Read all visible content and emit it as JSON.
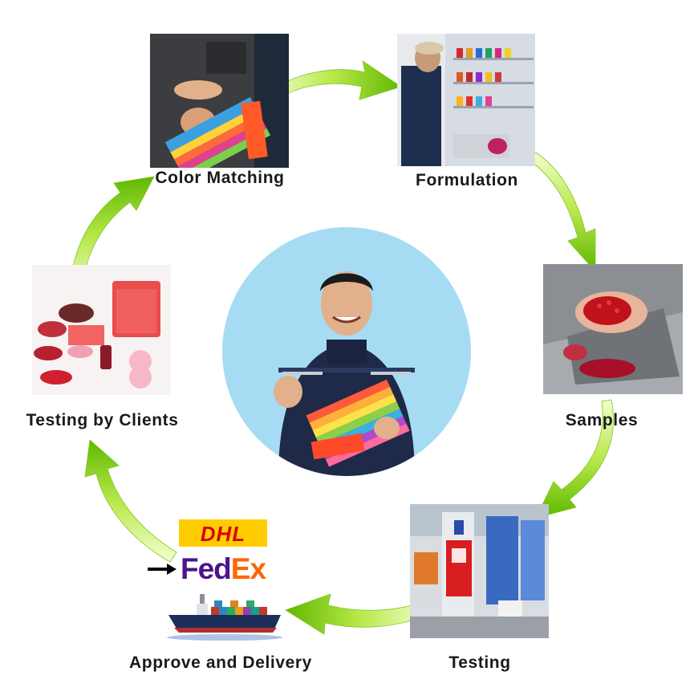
{
  "steps": {
    "color_matching": "Color Matching",
    "formulation": "Formulation",
    "samples": "Samples",
    "testing": "Testing",
    "approve_delivery": "Approve and Delivery",
    "testing_by_clients": "Testing by Clients"
  },
  "logos": {
    "dhl": "DHL",
    "fedex_fed": "Fed",
    "fedex_ex": "Ex"
  },
  "colors": {
    "arrow_light": "#f4ffd0",
    "arrow_mid": "#b8e84a",
    "arrow_dark": "#5fb800",
    "circle_bg": "#a6dcf3",
    "dhl_yellow": "#ffcc00",
    "dhl_red": "#d40511",
    "fedex_purple": "#4d148c",
    "fedex_orange": "#ff6600"
  },
  "icons": [
    "curved-arrow-icon",
    "right-arrow-icon",
    "cargo-ship-icon"
  ]
}
